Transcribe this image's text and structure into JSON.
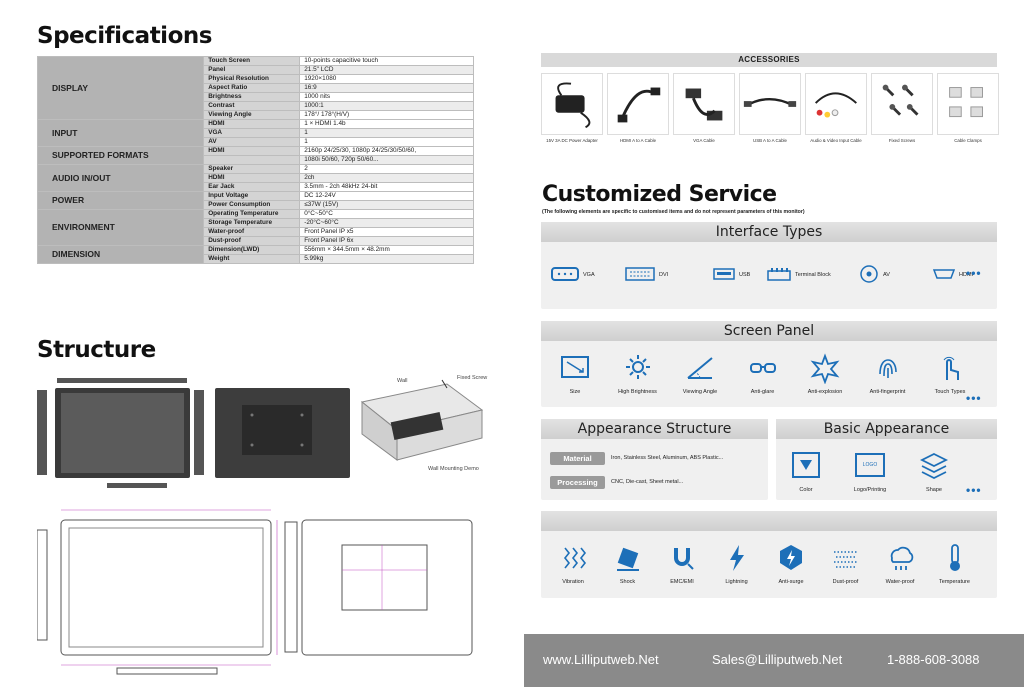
{
  "specifications": {
    "title": "Specifications",
    "groups": [
      {
        "name": "DISPLAY",
        "rows": [
          [
            "Touch Screen",
            "10-points capacitive touch"
          ],
          [
            "Panel",
            "21.5\" LCD"
          ],
          [
            "Physical Resolution",
            "1920×1080"
          ],
          [
            "Aspect Ratio",
            "16:9"
          ],
          [
            "Brightness",
            "1000 nits"
          ],
          [
            "Contrast",
            "1000:1"
          ],
          [
            "Viewing Angle",
            "178°/ 178°(H/V)"
          ]
        ]
      },
      {
        "name": "INPUT",
        "rows": [
          [
            "HDMI",
            "1 × HDMI 1.4b"
          ],
          [
            "VGA",
            "1"
          ],
          [
            "AV",
            "1"
          ]
        ]
      },
      {
        "name": "SUPPORTED FORMATS",
        "rows": [
          [
            "HDMI",
            "2160p 24/25/30, 1080p 24/25/30/50/60,"
          ],
          [
            "",
            "1080i 50/60, 720p 50/60..."
          ]
        ]
      },
      {
        "name": "AUDIO IN/OUT",
        "rows": [
          [
            "Speaker",
            "2"
          ],
          [
            "HDMI",
            "2ch"
          ],
          [
            "Ear Jack",
            "3.5mm - 2ch 48kHz 24-bit"
          ]
        ]
      },
      {
        "name": "POWER",
        "rows": [
          [
            "Input Voltage",
            "DC 12-24V"
          ],
          [
            "Power Consumption",
            "≤37W (15V)"
          ]
        ]
      },
      {
        "name": "ENVIRONMENT",
        "rows": [
          [
            "Operating Temperature",
            "0°C~50°C"
          ],
          [
            "Storage Temperature",
            "-20°C~60°C"
          ],
          [
            "Water-proof",
            "Front Panel IP x5"
          ],
          [
            "Dust-proof",
            "Front Panel IP 6x"
          ]
        ]
      },
      {
        "name": "DIMENSION",
        "rows": [
          [
            "Dimension(LWD)",
            "556mm × 344.5mm × 48.2mm"
          ],
          [
            "Weight",
            "5.99kg"
          ]
        ]
      }
    ]
  },
  "structure": {
    "title": "Structure",
    "wall_label": "Wall",
    "fixed_screw_label": "Fixed Screw",
    "wall_mounting_label": "Wall Mounting Demo"
  },
  "accessories": {
    "title": "ACCESSORIES",
    "items": [
      {
        "label": "15V 3A DC Power Adapter",
        "icon": "power-adapter-icon"
      },
      {
        "label": "HDMI A to A Cable",
        "icon": "hdmi-cable-icon"
      },
      {
        "label": "VGA Cable",
        "icon": "vga-cable-icon"
      },
      {
        "label": "USB A to A Cable",
        "icon": "usb-cable-icon"
      },
      {
        "label": "Audio & Video Input Cable",
        "icon": "av-cable-icon"
      },
      {
        "label": "Fixed Screws",
        "icon": "screws-icon"
      },
      {
        "label": "Cable Clamps",
        "icon": "cable-clamps-icon"
      }
    ]
  },
  "customized": {
    "title": "Customized Service",
    "subtitle": "(The following elements are specific to customised items and do not represent parameters of this monitor)",
    "interface_title": "Interface Types",
    "interfaces": [
      "VGA",
      "DVI",
      "USB",
      "Terminal Block",
      "AV",
      "HDMI"
    ],
    "screen_title": "Screen Panel",
    "screen_items": [
      "Size",
      "High Brightness",
      "Viewing Angle",
      "Anti-glare",
      "Anti-explosion",
      "Anti-fingerprint",
      "Touch Types"
    ],
    "appearance_title": "Appearance Structure",
    "material_label": "Material",
    "material_text": "Iron, Stainless Steel, Aluminum, ABS Plastic...",
    "processing_label": "Processing",
    "processing_text": "CNC, Die-cast, Sheet metal...",
    "basic_title": "Basic Appearance",
    "basic_items": [
      "Color",
      "Logo/Printing",
      "Shape"
    ],
    "logo_text": "LOGO",
    "env_items": [
      "Vibration",
      "Shock",
      "EMC/EMI",
      "Lightning",
      "Anti-surge",
      "Dust-proof",
      "Water-proof",
      "Temperature"
    ],
    "more": "•••"
  },
  "footer": {
    "website": "www.Lilliputweb.Net",
    "email": "Sales@Lilliputweb.Net",
    "phone": "1-888-608-3088"
  },
  "colors": {
    "accent": "#1d6fb8",
    "panel": "#f0f0f0",
    "footer": "#8a8a8a"
  }
}
